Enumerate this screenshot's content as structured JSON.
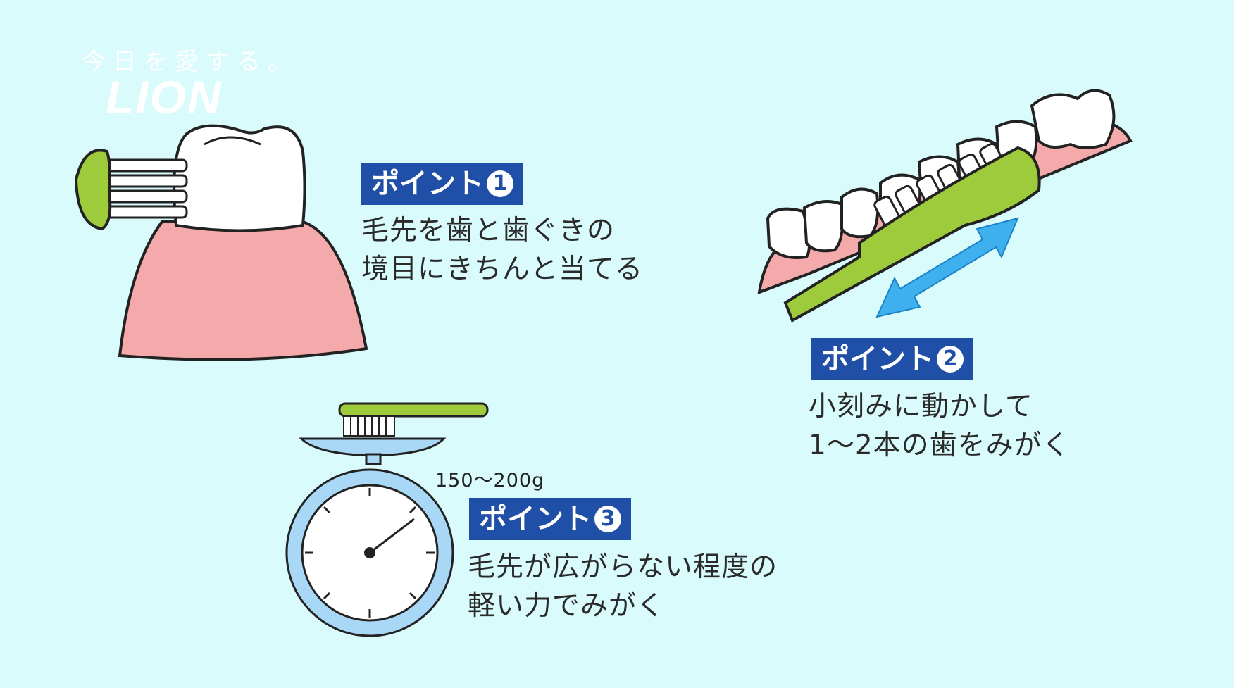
{
  "logo": {
    "tagline": "今日を愛する。",
    "brand": "LION"
  },
  "colors": {
    "background": "#d9fbfb",
    "badge": "#1f4fa6",
    "brush_green": "#9dcb3c",
    "gum_pink": "#f4a9aa",
    "arrow_blue": "#3fb0ee",
    "scale_blue": "#a8d8f6"
  },
  "points": [
    {
      "label": "ポイント",
      "number": "1",
      "line1": "毛先を歯と歯ぐきの",
      "line2": "境目にきちんと当てる",
      "illustration": "toothbrush-on-gumline"
    },
    {
      "label": "ポイント",
      "number": "2",
      "line1": "小刻みに動かして",
      "line2": "1～2本の歯をみがく",
      "illustration": "brush-moving-on-teeth"
    },
    {
      "label": "ポイント",
      "number": "3",
      "line1": "毛先が広がらない程度の",
      "line2": "軽い力でみがく",
      "illustration": "toothbrush-on-scale"
    }
  ],
  "scale": {
    "weight_label": "150～200g"
  }
}
